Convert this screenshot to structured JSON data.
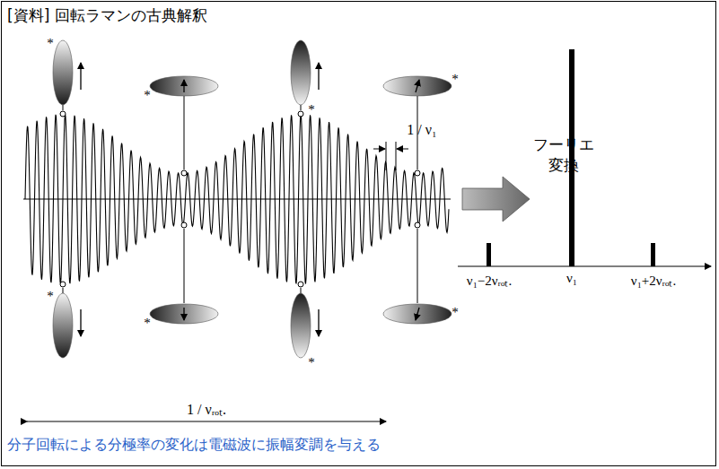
{
  "diagram": {
    "title": "[資料] 回転ラマンの古典解釈",
    "caption": "分子回転による分極率の変化は電磁波に振幅変調を与える",
    "labels": [
      "1 / ν₁",
      "フーリエ 変換",
      "ν₁−2νᵣₒₜ.",
      "ν₁",
      "ν₁+2νᵣₒₜ.",
      "1 / νᵣₒₜ.",
      "*",
      "*",
      "*",
      "*",
      "*",
      "*",
      "*",
      "*"
    ]
  }
}
